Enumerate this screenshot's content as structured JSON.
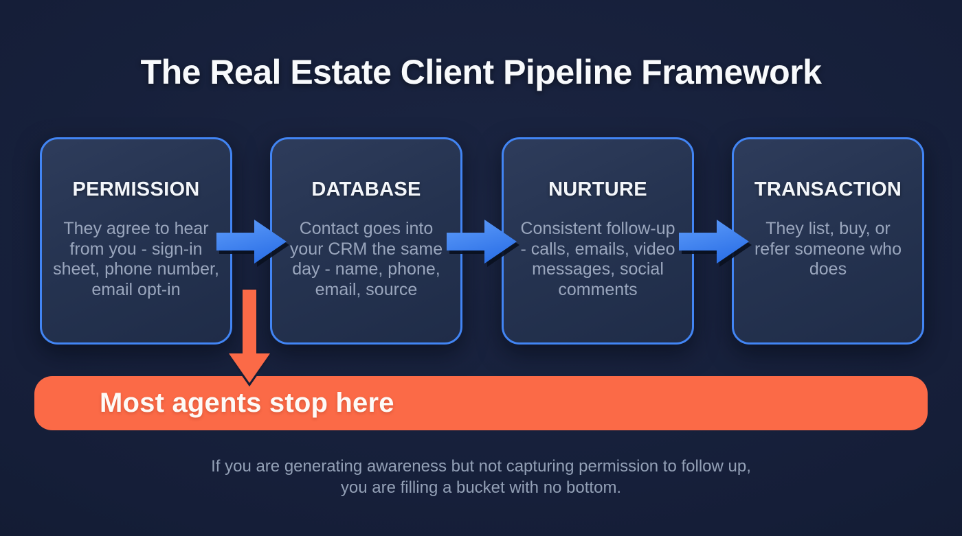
{
  "title": "The Real Estate Client Pipeline Framework",
  "colors": {
    "accent-blue": "#4285f4",
    "arrow-blue-light": "#5e9cf9",
    "arrow-blue-dark": "#2e72e8",
    "accent-orange": "#fb6a47",
    "background-navy": "#151e38",
    "card-navy": "#253350",
    "heading-white": "#f3f6fa",
    "body-gray": "#9aa6bd"
  },
  "pipeline": {
    "stages": [
      {
        "heading": "PERMISSION",
        "body": "They agree to hear\nfrom you - sign-in\nsheet, phone number,\nemail opt-in"
      },
      {
        "heading": "DATABASE",
        "body": "Contact goes into\nyour CRM the same\nday - name, phone,\nemail, source"
      },
      {
        "heading": "NURTURE",
        "body": "Consistent follow-up\n- calls, emails, video\nmessages, social\ncomments"
      },
      {
        "heading": "TRANSACTION",
        "body": "They list, buy, or\nrefer someone who\ndoes"
      }
    ]
  },
  "callout": {
    "label": "Most agents stop here"
  },
  "footnote": "If you are generating awareness but not capturing permission to follow up,\nyou are filling a bucket with no bottom."
}
